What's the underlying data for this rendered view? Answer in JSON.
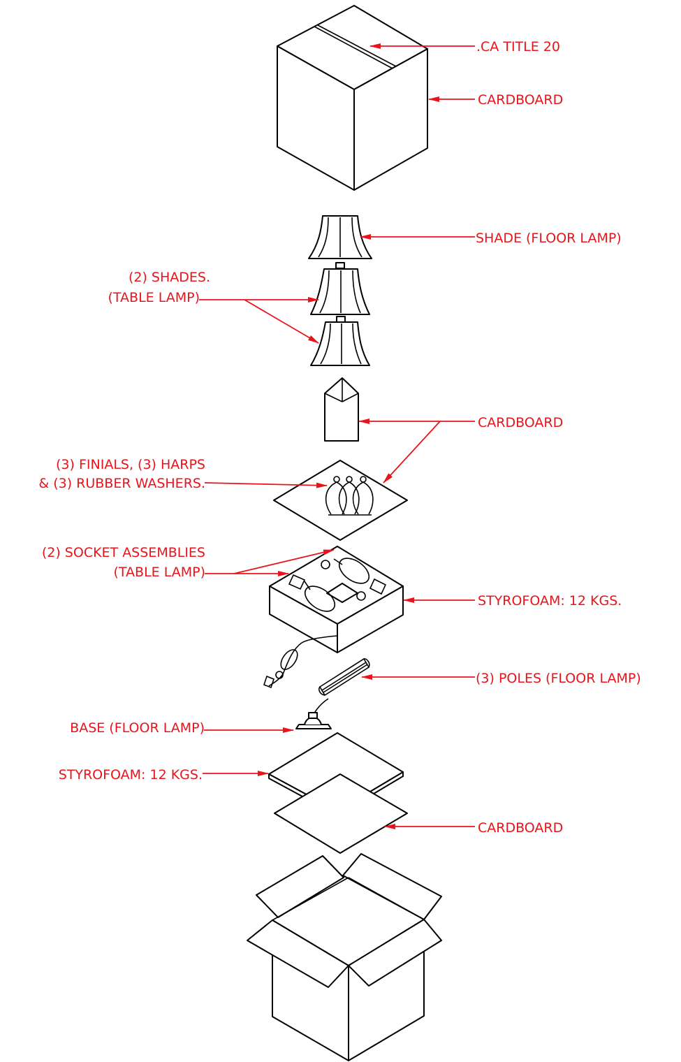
{
  "colors": {
    "label": "#e8141b",
    "line": "#000000",
    "background": "#ffffff"
  },
  "labels": {
    "tape": ".CA TITLE 20",
    "top_box": "CARDBOARD",
    "floor_shade": "SHADE (FLOOR LAMP)",
    "table_shades_1": "(2) SHADES.",
    "table_shades_2": "(TABLE LAMP)",
    "corner_cardboard": "CARDBOARD",
    "finials_1": "(3) FINIALS, (3) HARPS",
    "finials_2": "& (3) RUBBER WASHERS.",
    "sockets_1": "(2) SOCKET ASSEMBLIES",
    "sockets_2": "(TABLE LAMP)",
    "styrofoam_top": "STYROFOAM: 12 KGS.",
    "poles": "(3) POLES (FLOOR LAMP)",
    "base": "BASE (FLOOR LAMP)",
    "styrofoam_bottom": "STYROFOAM: 12 KGS.",
    "bottom_cardboard": "CARDBOARD"
  }
}
